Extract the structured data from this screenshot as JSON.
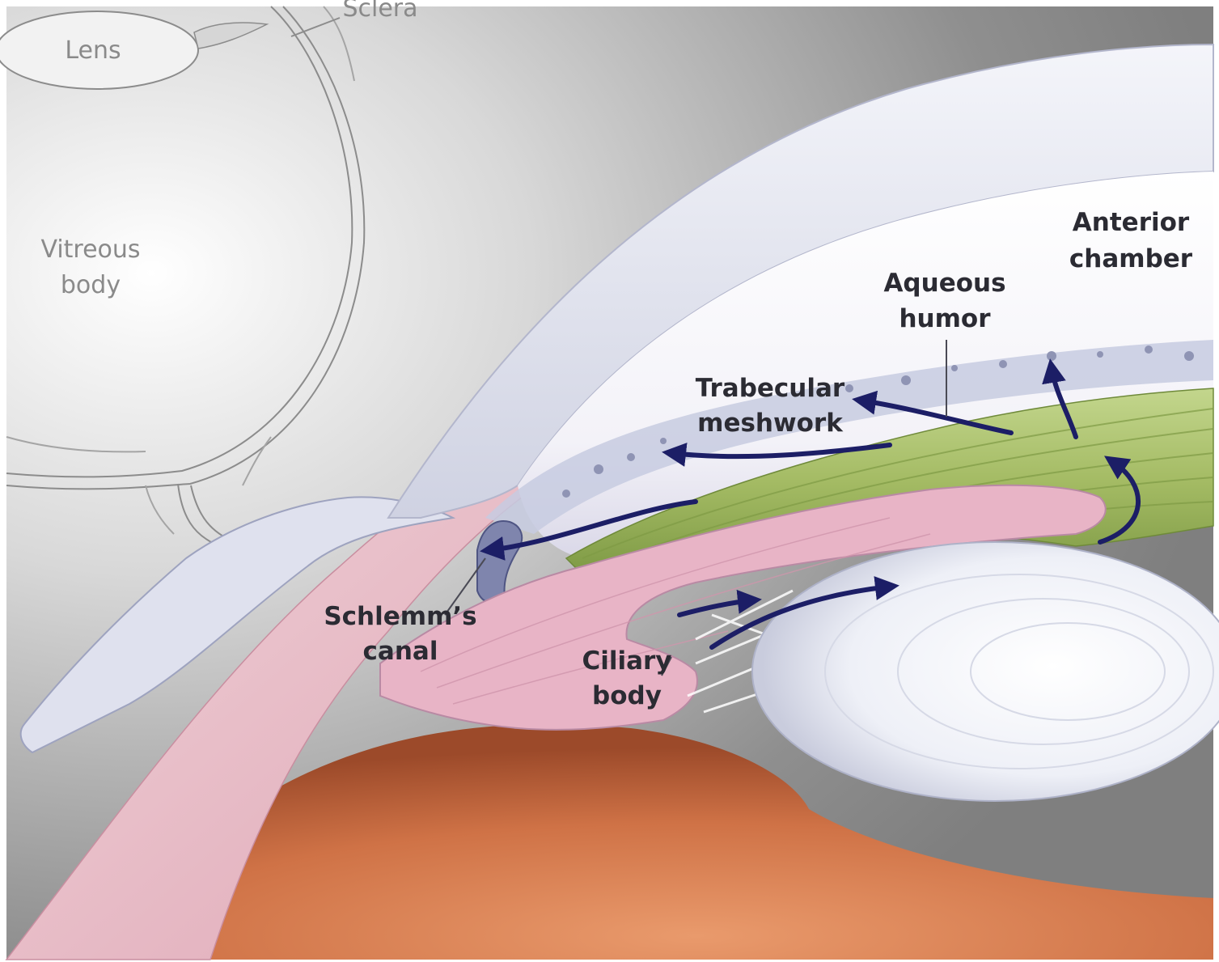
{
  "labels": {
    "lens": "Lens",
    "sclera": "Sclera",
    "vitreous_line1": "Vitreous",
    "vitreous_line2": "body",
    "anterior_line1": "Anterior",
    "anterior_line2": "chamber",
    "aqueous_line1": "Aqueous",
    "aqueous_line2": "humor",
    "trabecular_line1": "Trabecular",
    "trabecular_line2": "meshwork",
    "schlemm_line1": "Schlemm’s",
    "schlemm_line2": "canal",
    "ciliary_line1": "Ciliary",
    "ciliary_line2": "body"
  },
  "colors": {
    "background_gray": "#9a9a9a",
    "cornea": "#e4e6ef",
    "sclera_pink": "#e7b9c4",
    "iris_green": "#a6bd6c",
    "ciliary_pink": "#e8b4c6",
    "retina_orange": "#c8663d",
    "flow_arrows": "#1c1e66",
    "lens_white": "#f2f3f8"
  }
}
